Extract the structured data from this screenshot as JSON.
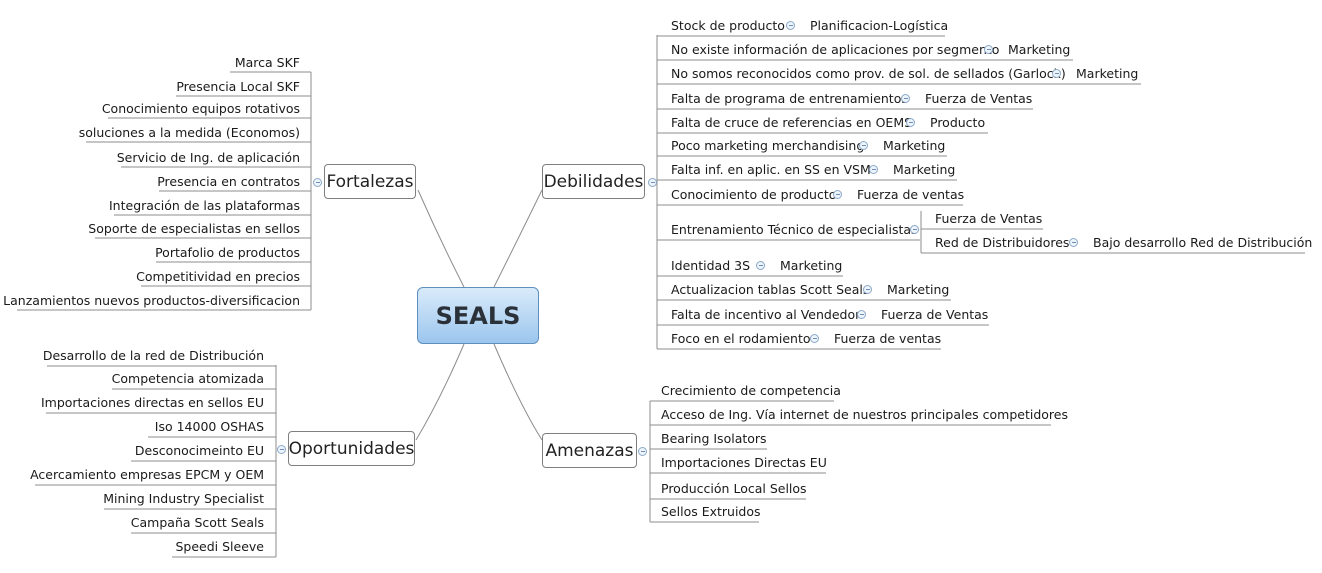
{
  "center": {
    "label": "SEALS"
  },
  "fortalezas": {
    "label": "Fortalezas",
    "items": [
      "Marca SKF",
      "Presencia Local SKF",
      "Conocimiento equipos rotativos",
      "soluciones a la medida (Economos)",
      "Servicio de Ing. de aplicación",
      "Presencia en contratos",
      "Integración de las plataformas",
      "Soporte de especialistas en sellos",
      "Portafolio de productos",
      "Competitividad en precios",
      "Lanzamientos nuevos productos-diversificacion"
    ]
  },
  "oportunidades": {
    "label": "Oportunidades",
    "items": [
      "Desarrollo de la red de Distribución",
      "Competencia atomizada",
      "Importaciones directas en sellos EU",
      "Iso 14000 OSHAS",
      "Desconocimeinto EU",
      "Acercamiento empresas EPCM y OEM",
      "Mining Industry Specialist",
      "Campaña Scott Seals",
      "Speedi Sleeve"
    ]
  },
  "debilidades": {
    "label": "Debilidades",
    "items": [
      {
        "text": "Stock de producto",
        "sub": "Planificacion-Logística"
      },
      {
        "text": "No existe información de aplicaciones por segmento",
        "sub": "Marketing"
      },
      {
        "text": "No somos reconocidos como prov. de sol. de sellados (Garlock)",
        "sub": "Marketing"
      },
      {
        "text": "Falta de programa de entrenamientos",
        "sub": "Fuerza de Ventas"
      },
      {
        "text": "Falta de cruce de referencias en OEMS",
        "sub": "Producto"
      },
      {
        "text": "Poco marketing merchandising",
        "sub": "Marketing"
      },
      {
        "text": "Falta inf. en aplic. en SS en VSM",
        "sub": "Marketing"
      },
      {
        "text": "Conocimiento de producto",
        "sub": "Fuerza de ventas"
      },
      {
        "text": "Entrenamiento Técnico de especialistas",
        "subs": [
          "Fuerza de Ventas",
          "Red de Distribuidores"
        ],
        "subsub": "Bajo desarrollo Red de Distribución"
      },
      {
        "text": "Identidad 3S",
        "sub": "Marketing"
      },
      {
        "text": "Actualizacion tablas Scott Seals",
        "sub": "Marketing"
      },
      {
        "text": "Falta de incentivo al Vendedor",
        "sub": "Fuerza de Ventas"
      },
      {
        "text": "Foco en el rodamiento",
        "sub": "Fuerza de ventas"
      }
    ]
  },
  "amenazas": {
    "label": "Amenazas",
    "items": [
      "Crecimiento de competencia",
      "Acceso de Ing. Vía internet de nuestros principales competidores",
      "Bearing Isolators",
      "Importaciones Directas EU",
      "Producción Local Sellos",
      "Sellos Extruidos"
    ]
  },
  "colors": {
    "line": "#7f7f7f",
    "center_fill": "#9cc6ee",
    "center_border": "#5f8fbf",
    "toggle": "#8aa8c8"
  }
}
